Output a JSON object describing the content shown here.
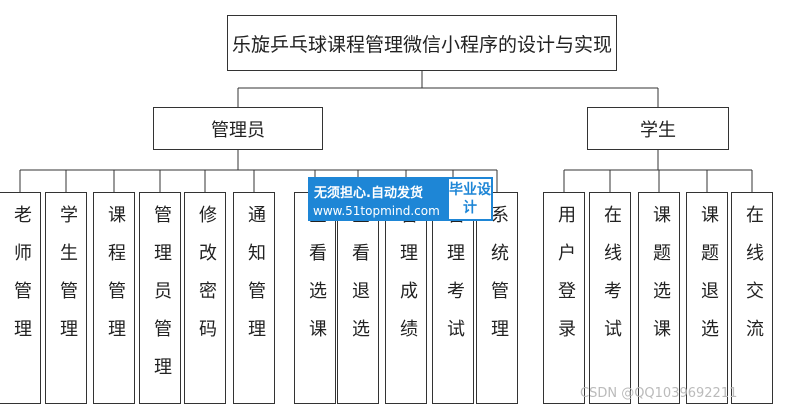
{
  "title": "乐旋乒乓球课程管理微信小程序的设计与实现",
  "admin": {
    "label": "管理员",
    "children": [
      "老师管理",
      "学生管理",
      "课程管理",
      "管理员管理",
      "修改密码",
      "通知管理",
      "查看选课",
      "查看退选",
      "管理成绩",
      "管理考试",
      "系统管理"
    ]
  },
  "student": {
    "label": "学生",
    "children": [
      "用户登录",
      "在线考试",
      "课题选课",
      "课题退选",
      "在线交流"
    ]
  },
  "watermark": {
    "line1": "无须担心.自动发货",
    "line2": "www.51topmind.com",
    "badge": "毕业设计"
  },
  "footer_credit": "CSDN @QQ1039692211"
}
